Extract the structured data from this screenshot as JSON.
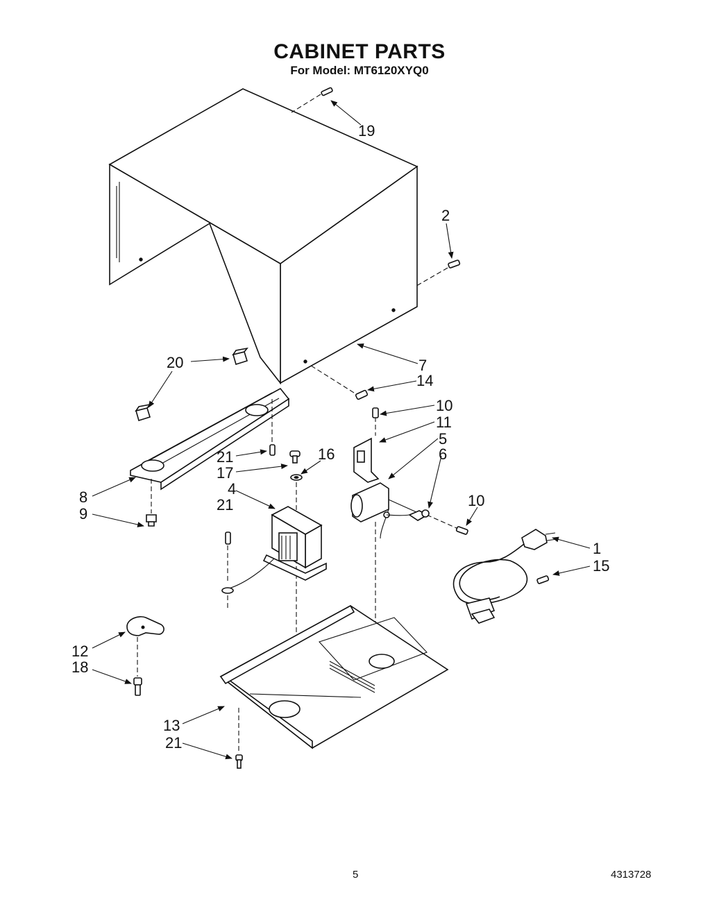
{
  "header": {
    "title": "CABINET PARTS",
    "subtitle": "For Model: MT6120XYQ0"
  },
  "footer": {
    "page_number": "5",
    "doc_number": "4313728"
  },
  "callouts": {
    "c1": "1",
    "c2": "2",
    "c4": "4",
    "c5": "5",
    "c6": "6",
    "c7": "7",
    "c8": "8",
    "c9": "9",
    "c10a": "10",
    "c10b": "10",
    "c11": "11",
    "c12": "12",
    "c13": "13",
    "c14": "14",
    "c15": "15",
    "c16": "16",
    "c17": "17",
    "c18": "18",
    "c19": "19",
    "c20": "20",
    "c21a": "21",
    "c21b": "21",
    "c21c": "21"
  }
}
